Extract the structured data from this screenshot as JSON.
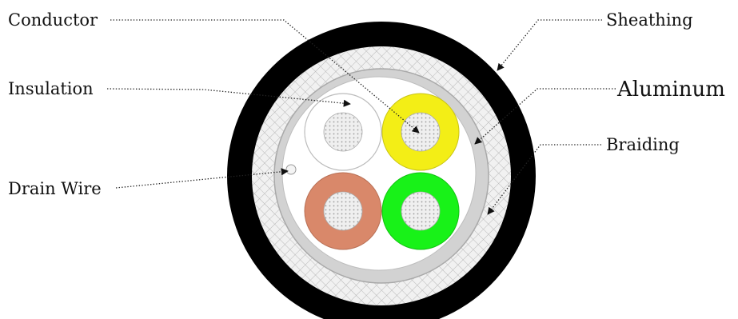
{
  "labels": {
    "conductor": "Conductor",
    "insulation": "Insulation",
    "drain_wire": "Drain Wire",
    "sheathing": "Sheathing",
    "aluminum": "Aluminum",
    "braiding": "Braiding"
  },
  "colors": {
    "sheathing": "#000000",
    "braiding_fill": "#eeeeee",
    "aluminum_ring": "#c4c4c4",
    "core_white": "#ffffff",
    "core_yellow": "#f3ee16",
    "core_brown": "#d9886a",
    "core_green": "#18f218",
    "conductor_fill": "#ebebeb",
    "leader": "#222222"
  }
}
